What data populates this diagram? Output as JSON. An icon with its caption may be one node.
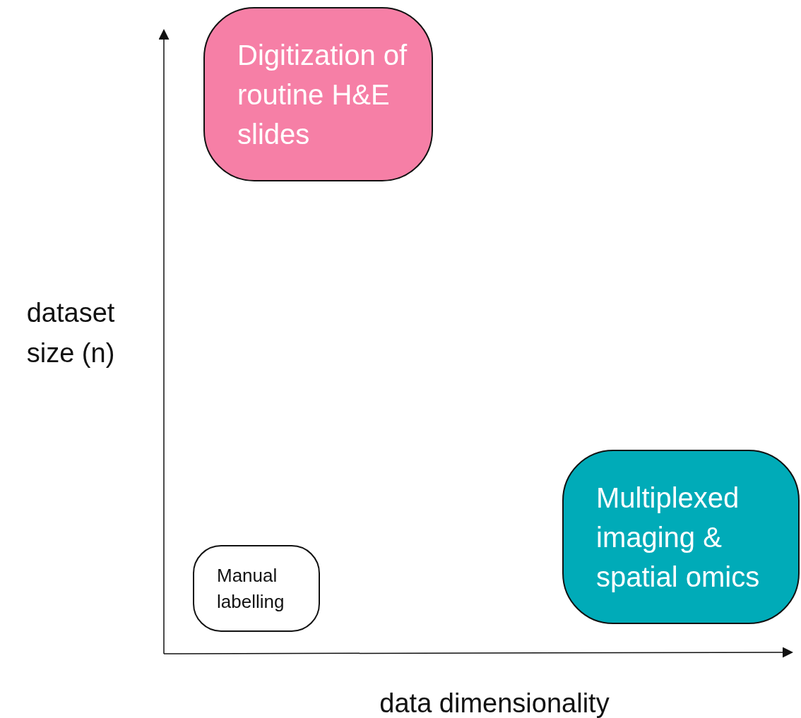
{
  "diagram": {
    "nodes": [
      {
        "text": [
          "Digitization of routine H&E slides"
        ]
      },
      {
        "text": [
          "Multiplexed imaging & spatial omics"
        ]
      },
      {
        "text": [
          "Manual labelling"
        ]
      }
    ],
    "labels": [
      "dataset size (n)",
      "data dimensionality"
    ]
  }
}
